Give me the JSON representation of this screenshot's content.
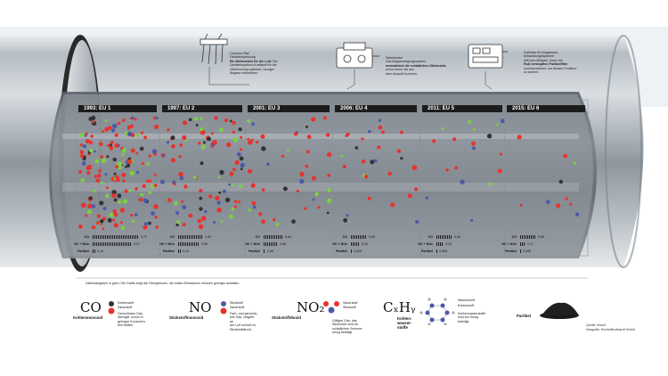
{
  "callouts": [
    {
      "heading": "Common Rail",
      "line1": "Direkteinspritzung",
      "line2_bold": "Ein Meilenstein für die Luft:",
      "line2": "Die Direkteinspritzer-Kraftstoff für die",
      "line3": "Verbrennung optimiert, weniger",
      "line4": "Abgase entweichen."
    },
    {
      "heading": "Dieselmotor",
      "line1": "Das Abgasreinigungssystem",
      "line2_bold": "neutralisiert die schädlichen",
      "line2": "Stickoxide,",
      "line3": "schon bevor sie aus",
      "line4": "dem Auspuff kommen."
    },
    {
      "heading": "Software für Abgasnach-",
      "line1": "behandlungssysteme",
      "line2_bold": "",
      "line2": "hilft zum Beispiel, einen mit",
      "line3": "Ruß verstopften Partikelfilter",
      "line4": "zurückzusetzen, um dessen Funktion zu sichern."
    }
  ],
  "eras": [
    {
      "label": "1993: EU 1",
      "co": "2,72",
      "hcnox": "0,97",
      "partikel": "0,14"
    },
    {
      "label": "1997: EU 2",
      "co": "1,00",
      "hcnox": "0,90",
      "partikel": "0,10"
    },
    {
      "label": "2001: EU 3",
      "co": "0,64",
      "hcnox": "0,56",
      "partikel": "0,05"
    },
    {
      "label": "2006: EU 4",
      "co": "0,50",
      "hcnox": "0,30",
      "partikel": "0,025"
    },
    {
      "label": "2011: EU 5",
      "co": "0,50",
      "hcnox": "0,23",
      "partikel": "0,005"
    },
    {
      "label": "2015: EU 6",
      "co": "0,50",
      "hcnox": "0,17",
      "partikel": "0,005"
    }
  ],
  "row_labels": {
    "co": "CO",
    "hcnox": "HC + NOx",
    "partikel": "Partikel"
  },
  "note": "Zahlenangaben in g/km. Die Grafik zeigt die Obergrenzen, die realen Emissionen müssen geringer ausfallen.",
  "legend": [
    {
      "formula": "CO",
      "name": "Kohlenmonoxid",
      "atoms": [
        "Kohlenstoff",
        "Sauerstoff"
      ],
      "desc": [
        "Geruchloses Gas,",
        "Atemgift, schon in",
        "geringer Konzentra-",
        "tion tödlich."
      ]
    },
    {
      "formula": "NO",
      "name": "Stickstoffmonoxid",
      "atoms": [
        "Stickstoff",
        "Sauerstoff"
      ],
      "desc": [
        "Farb- und geruchlo-",
        "ses Gas, reagiert an",
        "der Luft schnell zu",
        "Stickstoffdioxid."
      ]
    },
    {
      "formula": "NO₂",
      "name": "Stickstoffdioxid",
      "atoms": [
        "Sauerstoff",
        "Stickstoff"
      ],
      "desc": [
        "Giftiges Gas, das",
        "Stickoxide sind an",
        "schädlichen Sommer-",
        "smog beteiligt."
      ]
    },
    {
      "formula": "CₓHᵧ",
      "name": "Kohlen-\nwasser-\nstoffe",
      "atoms": [
        "Wasserstoff",
        "Kohlenstoff"
      ],
      "desc": [
        "Kohlenwasserstoffe",
        "sind am Smog",
        "beteiligt."
      ]
    }
  ],
  "partikel_label": "Partikel",
  "source": [
    "Quelle: Bosch",
    "Infografik: KircherBurkhardt GmbH"
  ],
  "colors": {
    "oxygen": "#e8322c",
    "nitrogen": "#4b5aa8",
    "hydrogen": "#7bd043",
    "carbon": "#333333"
  }
}
